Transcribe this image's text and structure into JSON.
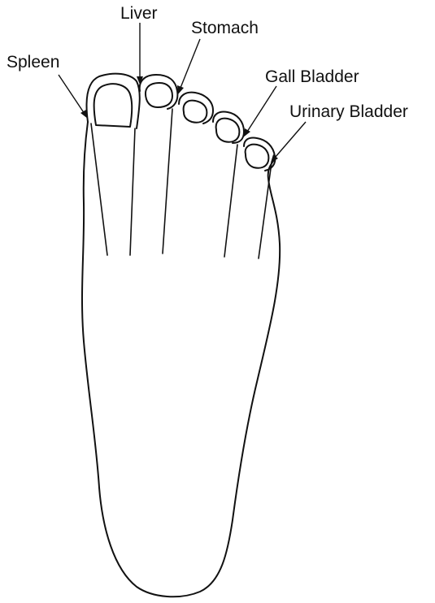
{
  "labels": {
    "liver": "Liver",
    "stomach": "Stomach",
    "spleen": "Spleen",
    "gall_bladder": "Gall Bladder",
    "urinary_bladder": "Urinary Bladder"
  }
}
